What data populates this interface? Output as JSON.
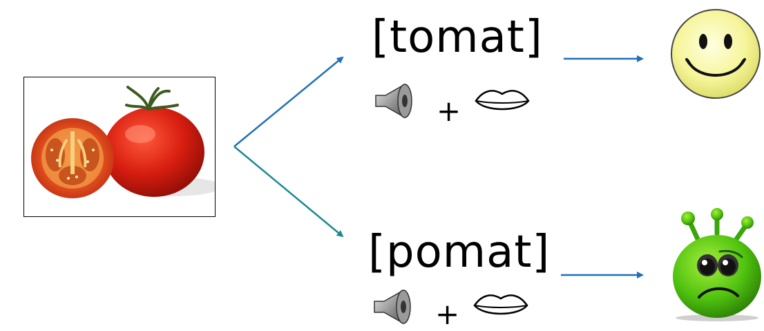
{
  "diagram": {
    "top_branch": {
      "word": "[tomat]",
      "plus": "+"
    },
    "bottom_branch": {
      "word": "[pomat]",
      "plus": "+"
    }
  },
  "colors": {
    "arrow_top": "#1f6fb5",
    "arrow_bottom": "#1a8a8c",
    "arrow_right": "#1f6fb5"
  },
  "icons": {
    "source_image": "tomato-photo",
    "sound": "speaker-icon",
    "mouth": "lips-icon",
    "good_outcome": "happy-smiley-icon",
    "bad_outcome": "sad-green-alien-icon"
  }
}
